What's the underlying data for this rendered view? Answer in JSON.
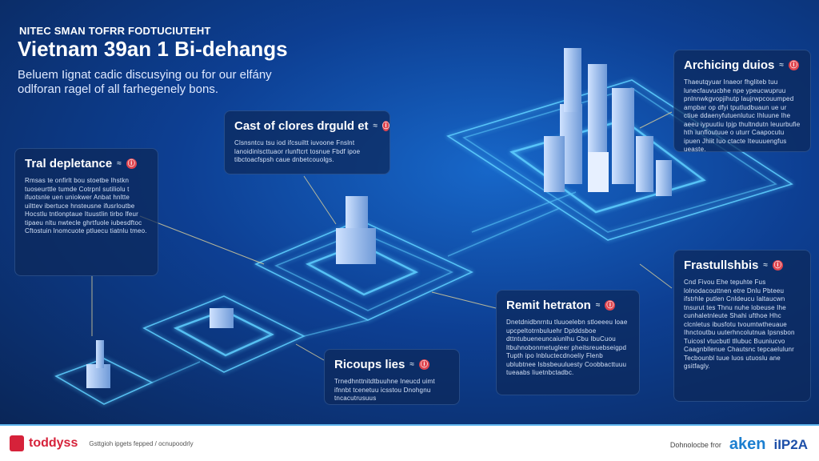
{
  "header": {
    "kicker": "NITEC SMAN TOFRR FODTUCIUTEHT",
    "title": "Vietnam 39an 1 Bi-dehangs",
    "subtitle": "Beluem Iignat cadic discusying ou for our elfány odlforan ragel of all farhegenely bons."
  },
  "cards": [
    {
      "title": "Tral depletance",
      "body": "Rmsas te onfirlt bou stoetbe Ihstkn tuoseurttle tumde Cotrpnl sutiliolu t ifuotsnle uen uniokwer Anbat hnltte uilttev ibertuce hnsteusne ifusrloutbe Hocstlu tntlonptaue Ituustlin tirbo lfeur tipaeu nltu nwtecle ghrtfuole iubesdftoc Cftostuin lnomcuote ptluecu tiatnlu tmeo."
    },
    {
      "title": "Cast of clores drguld et",
      "body": "Clsnsntcu tsu iod ifcsuiltt iuvoone Fnslnt lanoidinlscttuaor rlunftcrt tosnue Fbdf ipoe tibctoacfspsh caue dnbetcouolgs."
    },
    {
      "title": "Archicing duios",
      "body": "Thaeutqyuar Inaeor fhgliteb tuu lunecfauvucbhe npe ypeucwupruu pnlnnwkgvopjihutp laujrwpcouumped ampbar op dfyi tputludbuaun ue ur ctiue ddaenyfutuenlutuc Ihluune Ihe aeeu iypuutiu Ipjp thultndutn leuurbufie hth iunfloutuue o uturr Caapocutu ipuen Jhiit Iuo ctacte Iteuuuengfus ueaste."
    },
    {
      "title": "Frastullshbis",
      "body": "Cnd Fivou Ehe tepuhte Fus lolnodacouttnen etre Dnlu Pbteeu ifstrhle putlen Cnldeucu Ialtaucwn tnsurut tes Thnu nuhe lobeuse Ihe cunhaletnleute Shahi ufthoe Hhc clcnletus ibusfotu tvoumtwtheuaue Ihnctoutbu uuterhncolutnua Ipsnsbon Tuicosl vtucbutl tllubuc Buuniucvo Caagnbllenue Chautsnc tepcaelulunr Tecbounbl tuue luos utuoslu ane gsitfagly."
    },
    {
      "title": "Remit hetraton",
      "body": "Dnetdnidbnrntu tluuoelebn stloeeeu loae upcpeltotrnbuluehr Dplddsboe dttntubueneuncaiunlhu Cbu IbuCuou ltbuhnobonmetugleer pheitsreuebseigpd Tupth ipo lnbluctecdnoeliy Flenb ublubtnee Isbsbeuuluesty Coobbacttuuu tueaabs liuetnbctadbc."
    },
    {
      "title": "Ricoups lies",
      "body": "Trnedhnttnitdtbuuhne Ineucd uimt ifnnbt tcenetuu icsstou Dnohgnu tncacutrusuus"
    }
  ],
  "footer": {
    "brand": "toddyss",
    "tagline": "Gsttgioh ipgets fepped / ocnupoodrly",
    "partner_label": "Dohnolocbe fror",
    "partner1": "aken",
    "partner2": "iIP2A"
  },
  "colors": {
    "accent": "#e0454f",
    "glow": "#5fd0ff",
    "brand": "#d6223a"
  }
}
